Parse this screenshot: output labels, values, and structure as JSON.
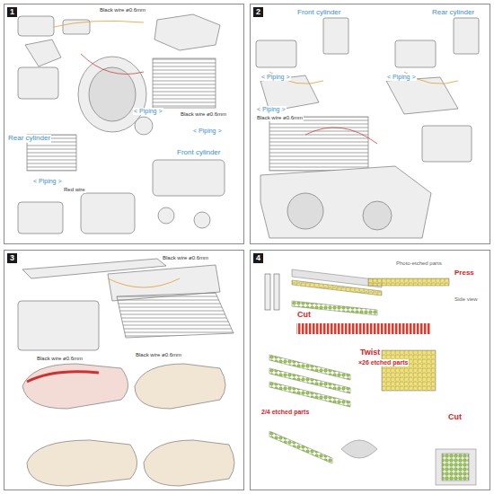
{
  "diagram": {
    "nodes": [
      {
        "text": [
          "1"
        ]
      },
      {
        "text": [
          "2"
        ]
      },
      {
        "text": [
          "3"
        ]
      },
      {
        "text": [
          "4"
        ]
      }
    ],
    "labels": [
      "< Piping >",
      "Rear cylinder",
      "< Piping >",
      "Front cylinder",
      "< Piping >",
      "Black wire ø0.6mm",
      "Black wire ø0.6mm",
      "Red wire",
      "< Piping >",
      "Front cylinder",
      "Rear cylinder",
      "< Piping >",
      "< Piping >",
      "Black wire ø0.6mm",
      "Black wire ø0.6mm",
      "Black wire ø0.6mm",
      "Black wire ø0.6mm",
      "Photo-etched parts",
      "Press",
      "Side view",
      "Cut",
      "Twist",
      "×26 etched parts",
      "Cut",
      "2/4 etched parts"
    ]
  }
}
